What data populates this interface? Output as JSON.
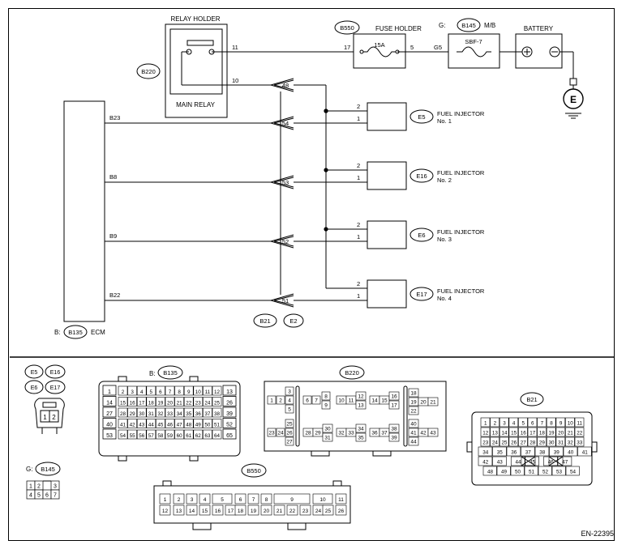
{
  "circuit": {
    "relay_holder": "RELAY HOLDER",
    "main_relay": "MAIN RELAY",
    "relay_connector": "B220",
    "relay_pins": [
      "11",
      "10"
    ],
    "fuse_holder_connector": "B550",
    "fuse_holder": "FUSE HOLDER",
    "fuse_rating": "15A",
    "fuse_pins": [
      "17",
      "5"
    ],
    "mb_prefix": "G:",
    "mb_connector": "B145",
    "mb_label": "M/B",
    "sbf_label": "SBF-7",
    "g5_pin": "G5",
    "battery": "BATTERY",
    "ground_letter": "E",
    "ecm_prefix": "B:",
    "ecm_connector": "B135",
    "ecm_label": "ECM",
    "relay_feed_pin": "48",
    "signals": [
      {
        "ecm_pin": "B23",
        "harness_pin": "54",
        "inj_connector": "E5",
        "inj_name": "FUEL INJECTOR",
        "inj_no": "No. 1"
      },
      {
        "ecm_pin": "B8",
        "harness_pin": "53",
        "inj_connector": "E16",
        "inj_name": "FUEL INJECTOR",
        "inj_no": "No. 2"
      },
      {
        "ecm_pin": "B9",
        "harness_pin": "52",
        "inj_connector": "E6",
        "inj_name": "FUEL INJECTOR",
        "inj_no": "No. 3"
      },
      {
        "ecm_pin": "B22",
        "harness_pin": "51",
        "inj_connector": "E17",
        "inj_name": "FUEL INJECTOR",
        "inj_no": "No. 4"
      }
    ],
    "injector_pins": [
      "2",
      "1"
    ],
    "harness_connectors": [
      "B21",
      "E2"
    ]
  },
  "connectors": {
    "injectors": [
      "E5",
      "E16",
      "E6",
      "E17"
    ],
    "injector_pins": [
      "1",
      "2"
    ],
    "b135": {
      "prefix": "B:",
      "name": "B135",
      "left": [
        "1",
        "14",
        "27",
        "40",
        "53"
      ],
      "right": [
        "13",
        "26",
        "39",
        "52",
        "65"
      ],
      "rows": [
        [
          "2",
          "3",
          "4",
          "5",
          "6",
          "7",
          "8",
          "9",
          "10",
          "11",
          "12"
        ],
        [
          "15",
          "16",
          "17",
          "18",
          "19",
          "20",
          "21",
          "22",
          "23",
          "24",
          "25"
        ],
        [
          "28",
          "29",
          "30",
          "31",
          "32",
          "33",
          "34",
          "35",
          "36",
          "37",
          "38"
        ],
        [
          "41",
          "42",
          "43",
          "44",
          "45",
          "46",
          "47",
          "48",
          "49",
          "50",
          "51"
        ],
        [
          "54",
          "55",
          "56",
          "57",
          "58",
          "59",
          "60",
          "61",
          "62",
          "63",
          "64"
        ]
      ]
    },
    "b220": {
      "name": "B220",
      "pins": [
        "1",
        "2",
        "3",
        "4",
        "5",
        "6",
        "7",
        "8",
        "9",
        "10",
        "11",
        "12",
        "13",
        "14",
        "15",
        "16",
        "17",
        "18",
        "19",
        "20",
        "21",
        "22",
        "23",
        "24",
        "25",
        "26",
        "27",
        "28",
        "29",
        "30",
        "31",
        "32",
        "33",
        "34",
        "35",
        "36",
        "37",
        "38",
        "39",
        "40",
        "41",
        "42",
        "43",
        "44"
      ]
    },
    "b21": {
      "name": "B21",
      "rows": [
        [
          "1",
          "2",
          "3",
          "4",
          "5",
          "6",
          "7",
          "8",
          "9",
          "10",
          "11"
        ],
        [
          "12",
          "13",
          "14",
          "15",
          "16",
          "17",
          "18",
          "19",
          "20",
          "21",
          "22"
        ],
        [
          "23",
          "24",
          "25",
          "26",
          "27",
          "28",
          "29",
          "30",
          "31",
          "32",
          "33"
        ],
        [
          "34",
          "35",
          "36",
          "37",
          "38",
          "39",
          "40",
          "41"
        ],
        [
          "42",
          "43",
          "44",
          "45",
          "46",
          "47"
        ],
        [
          "48",
          "49",
          "50",
          "51",
          "52",
          "53",
          "54"
        ]
      ]
    },
    "b145": {
      "prefix": "G:",
      "name": "B145",
      "pins": [
        "1",
        "2",
        "3",
        "4",
        "5",
        "6",
        "7"
      ]
    },
    "b550": {
      "name": "B550",
      "pins": [
        "1",
        "2",
        "3",
        "4",
        "5",
        "6",
        "7",
        "8",
        "9",
        "10",
        "11",
        "12",
        "13",
        "14",
        "15",
        "16",
        "17",
        "18",
        "19",
        "20",
        "21",
        "22",
        "23",
        "24",
        "25",
        "26"
      ]
    }
  },
  "diagram_code": "EN-22395"
}
